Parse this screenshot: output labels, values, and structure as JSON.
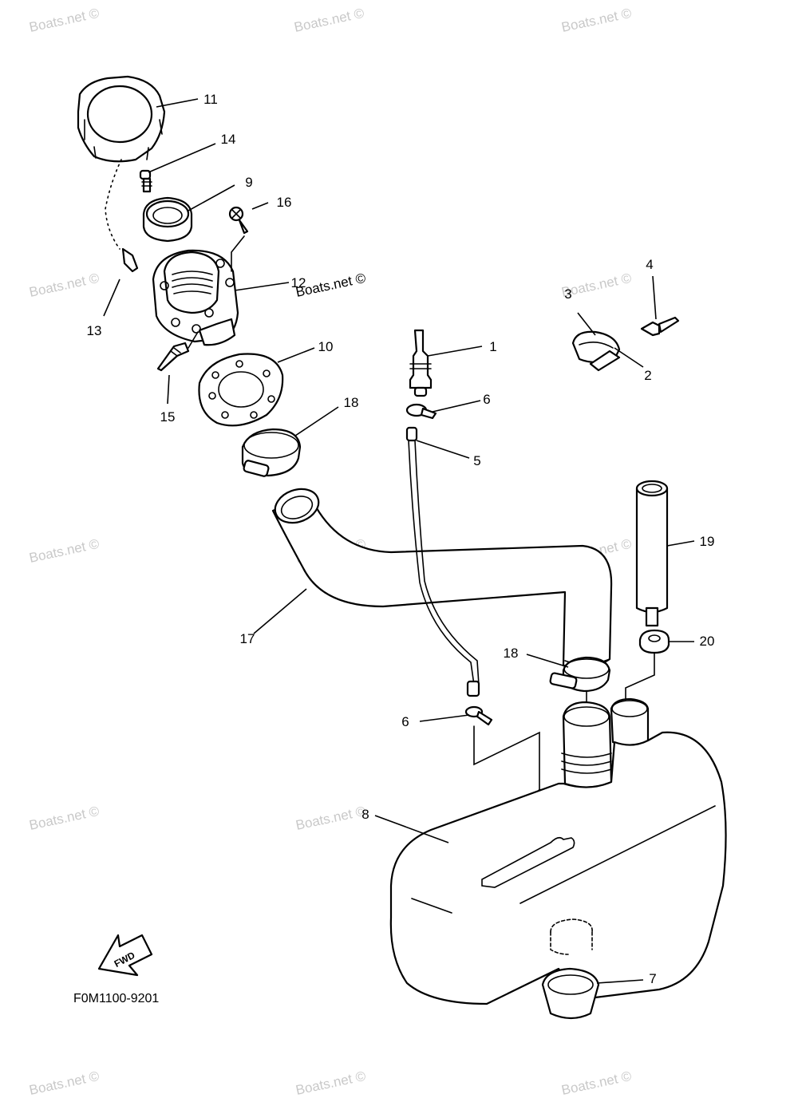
{
  "diagram": {
    "drawing_code": "F0M1100-9201",
    "direction_badge": "FWD",
    "watermark": "Boats.net ©",
    "part_labels": [
      {
        "id": "p1",
        "text": "1"
      },
      {
        "id": "p2",
        "text": "2"
      },
      {
        "id": "p3",
        "text": "3"
      },
      {
        "id": "p4",
        "text": "4"
      },
      {
        "id": "p5",
        "text": "5"
      },
      {
        "id": "p6a",
        "text": "6"
      },
      {
        "id": "p6b",
        "text": "6"
      },
      {
        "id": "p7",
        "text": "7"
      },
      {
        "id": "p8",
        "text": "8"
      },
      {
        "id": "p9",
        "text": "9"
      },
      {
        "id": "p10",
        "text": "10"
      },
      {
        "id": "p11",
        "text": "11"
      },
      {
        "id": "p12",
        "text": "12"
      },
      {
        "id": "p13",
        "text": "13"
      },
      {
        "id": "p14",
        "text": "14"
      },
      {
        "id": "p15",
        "text": "15"
      },
      {
        "id": "p16",
        "text": "16"
      },
      {
        "id": "p17",
        "text": "17"
      },
      {
        "id": "p18a",
        "text": "18"
      },
      {
        "id": "p18b",
        "text": "18"
      },
      {
        "id": "p19",
        "text": "19"
      },
      {
        "id": "p20",
        "text": "20"
      }
    ]
  }
}
